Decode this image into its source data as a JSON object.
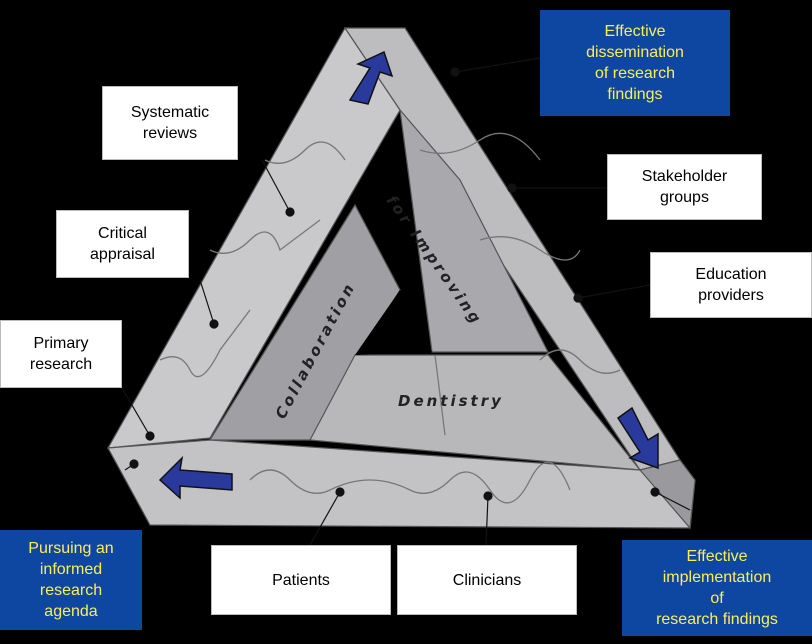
{
  "center_labels": {
    "left": "Collaboration",
    "right": "for Improving",
    "bottom": "Dentistry"
  },
  "boxes": {
    "systematic_reviews": "Systematic\nreviews",
    "critical_appraisal": "Critical\nappraisal",
    "primary_research": "Primary\nresearch",
    "stakeholder_groups": "Stakeholder\ngroups",
    "education_providers": "Education\nproviders",
    "patients": "Patients",
    "clinicians": "Clinicians",
    "dissemination": "Effective\ndissemination\nof research\nfindings",
    "agenda": "Pursuing an\ninformed\nresearch\nagenda",
    "implementation": "Effective\nimplementation\nof\nresearch findings"
  },
  "colors": {
    "background": "#000000",
    "blue_box": "#0d47a1",
    "blue_text": "#ffee55",
    "arrow": "#2a3a9c",
    "face_light": "#cfcfd2",
    "face_mid": "#b3b3b6",
    "face_dark": "#8f8f93"
  },
  "icons": [
    "up-right-arrow-icon",
    "down-right-arrow-icon",
    "left-arrow-icon"
  ]
}
